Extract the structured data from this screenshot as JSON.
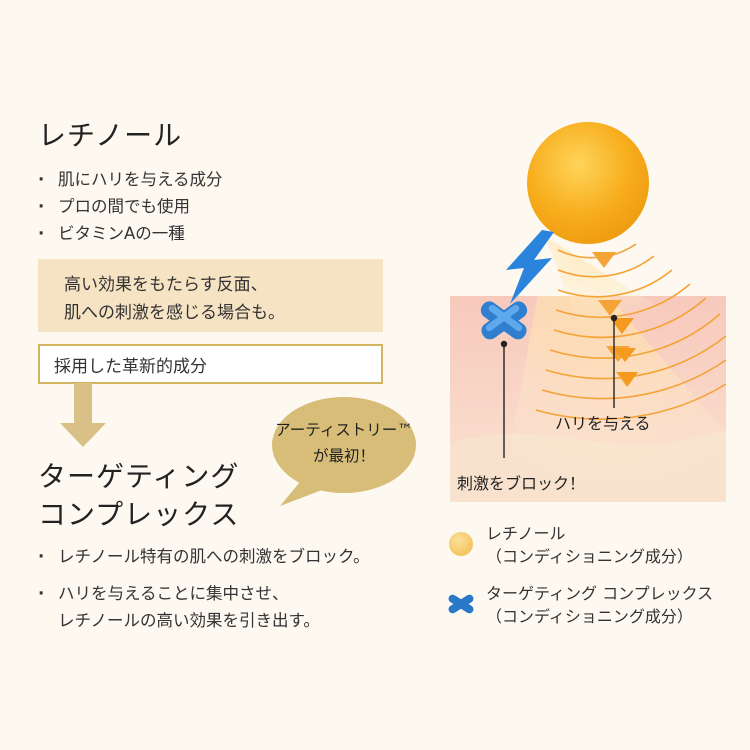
{
  "left": {
    "retinol_title": "レチノール",
    "retinol_points": [
      "肌にハリを与える成分",
      "プロの間でも使用",
      "ビタミンAの一種"
    ],
    "caution_lines": [
      "高い効果をもたらす反面、",
      "肌への刺激を感じる場合も。"
    ],
    "adopted_label": "採用した革新的成分",
    "targeting_title_lines": [
      "ターゲティング",
      "コンプレックス"
    ],
    "targeting_points": [
      "レチノール特有の肌への刺激をブロック。",
      "ハリを与えることに集中させ、\nレチノールの高い効果を引き出す。"
    ]
  },
  "bubble": {
    "line1": "アーティストリー™",
    "line2": "が最初！"
  },
  "diagram": {
    "label_firmness": "ハリを与える",
    "label_block": "刺激をブロック！"
  },
  "legend": [
    {
      "icon": "retinol-sphere-icon",
      "name": "レチノール",
      "sub": "（コンディショニング成分）"
    },
    {
      "icon": "blue-cross-icon",
      "name": "ターゲティング コンプレックス",
      "sub": "（コンディショニング成分）"
    }
  ],
  "colors": {
    "background": "#fdf8f0",
    "gold": "#d3b460",
    "bubble": "#d7bd78",
    "retinol_orange": "#f5a81c",
    "blue": "#2a78c8"
  }
}
